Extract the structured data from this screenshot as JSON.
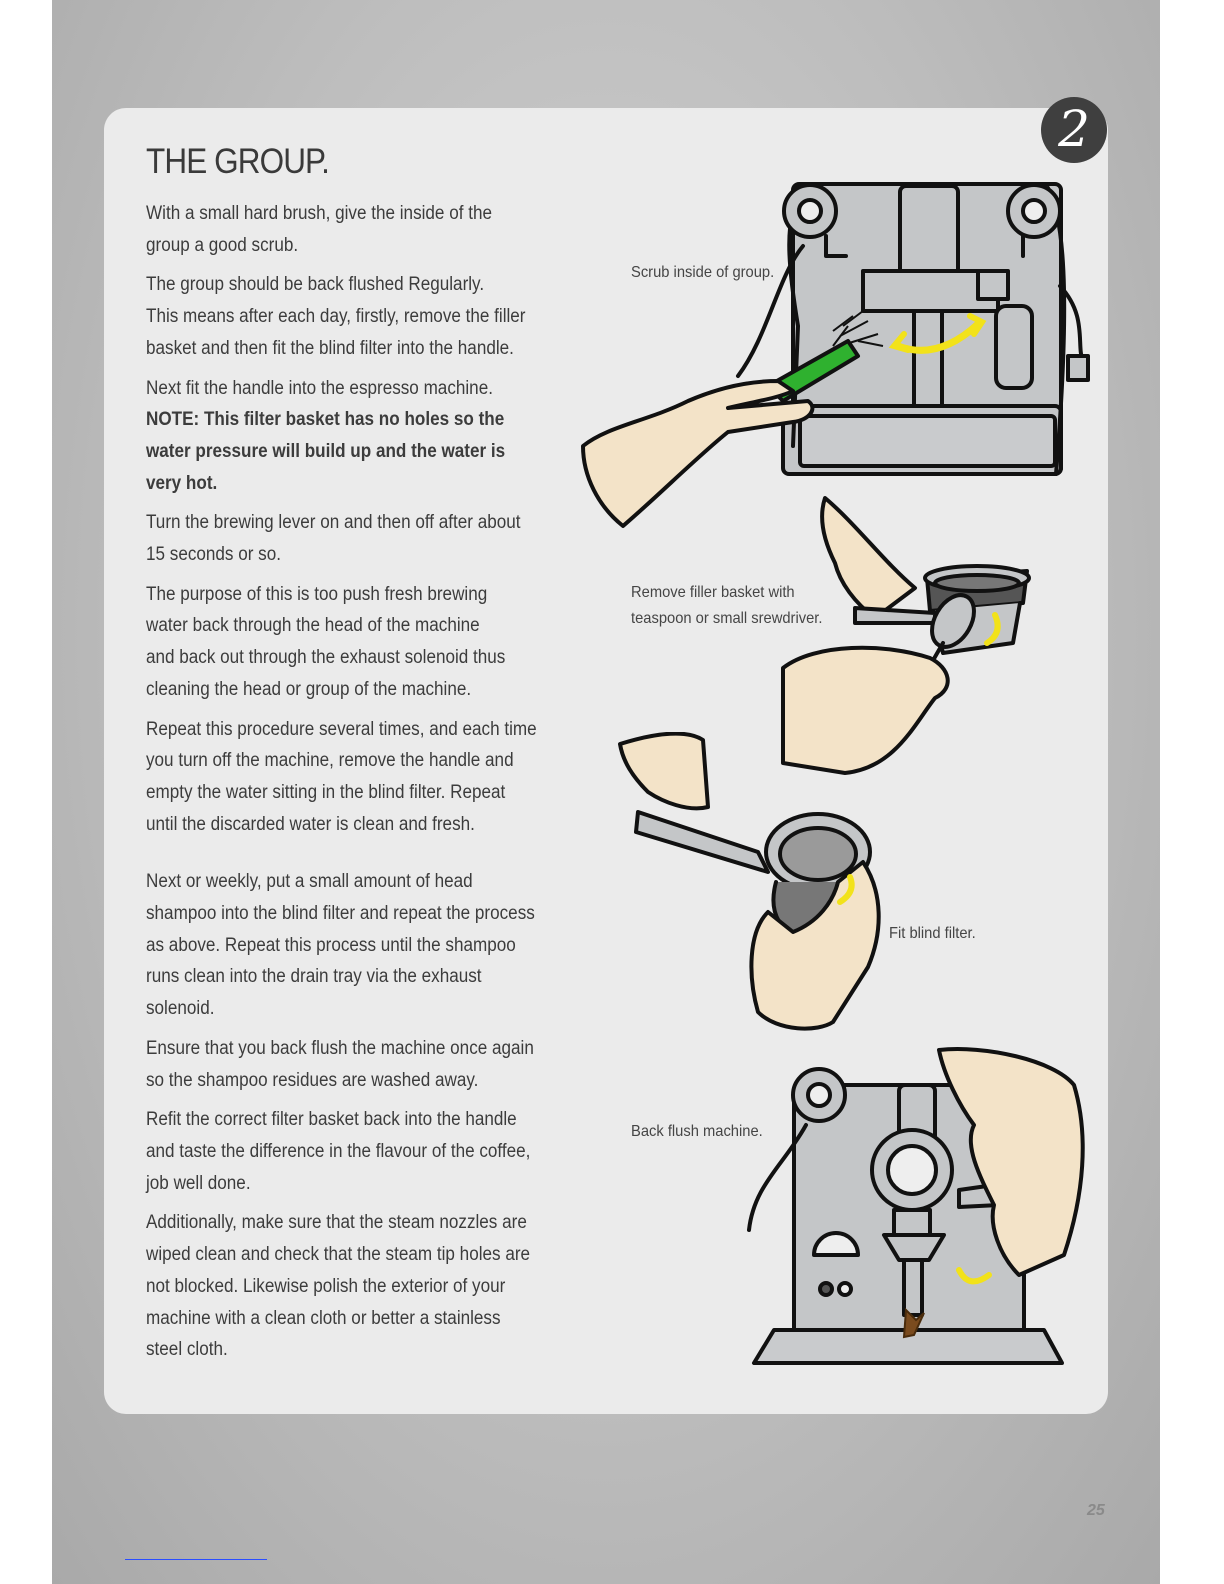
{
  "section_number": "2",
  "title": "THE GROUP.",
  "paragraphs": {
    "p1": "With a small hard brush, give the inside of the\ngroup a good scrub.",
    "p2": "The group should be back flushed Regularly.\nThis means after each day, firstly, remove the filler\nbasket and then fit the blind filter into the handle.",
    "p3": "Next fit the handle into the espresso machine.",
    "note": "NOTE: This filter basket has no holes so the\nwater pressure will build up and the water is\nvery hot.",
    "p4": "Turn the brewing lever on and then off after about\n15 seconds or so.",
    "p5": "The purpose of this is too push fresh brewing\nwater back through the head of the machine\nand back out through the exhaust solenoid thus\ncleaning the head or group of the machine.",
    "p6": "Repeat this procedure several times, and each time\nyou turn off the machine, remove the handle and\nempty the water sitting in the blind filter. Repeat\nuntil the discarded water is clean and fresh.",
    "p7": "Next or weekly, put a small amount of head\nshampoo into the blind filter and repeat the process\nas above. Repeat this process until the shampoo\nruns clean into the drain tray via the exhaust\nsolenoid.",
    "p8": "Ensure that you back flush the machine once again\nso the shampoo residues are washed away.",
    "p9": "Refit the correct filter basket back into the handle\nand taste the difference in the flavour of the coffee,\njob well done.",
    "p10": "Additionally, make sure that the steam nozzles are\nwiped clean and check that the steam tip holes are\nnot blocked. Likewise polish the exterior of your\nmachine with a clean cloth or better a stainless\nsteel cloth."
  },
  "captions": {
    "scrub": "Scrub inside of group.",
    "remove": "Remove filler basket with\nteaspoon or small srewdriver.",
    "fit": "Fit blind filter.",
    "backflush": "Back flush machine."
  },
  "page_number": "25",
  "colors": {
    "card": "#ebebeb",
    "machine": "#c4c6c8",
    "skin": "#f3e3c8",
    "brush": "#2fb12f",
    "arrow": "#f2e21a",
    "badge": "#3f3f3f"
  }
}
